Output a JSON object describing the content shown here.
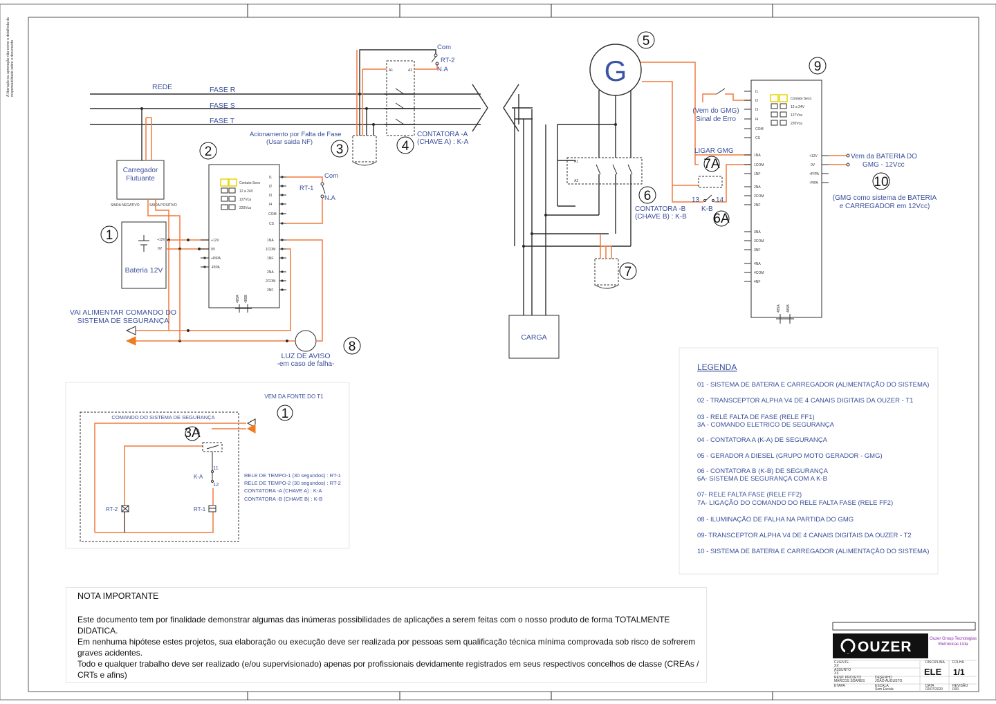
{
  "network": {
    "rede": "REDE",
    "fase_r": "FASE R",
    "fase_s": "FASE S",
    "fase_t": "FASE T",
    "acionamento_1": "Acionamento por Falta de Fase",
    "acionamento_2": "(Usar saida NF)"
  },
  "carregador": {
    "line1": "Carregador",
    "line2": "Flutuante",
    "saida_negativo": "SAIDA NEGATIVO",
    "saida_positivo": "SAIDA POSITIVO"
  },
  "bateria": {
    "label": "Bateria 12V",
    "p12": "+12V",
    "p0": "0V"
  },
  "transceptor": {
    "contato_seco": "Contato Seco",
    "v12": "12 a 24V",
    "v127": "127Vca",
    "v220": "220Vca",
    "pins_left": [
      "+12V",
      "0V",
      "+PIPA",
      "-PIPA"
    ],
    "pins_right_top": [
      "I1",
      "I2",
      "I3",
      "I4",
      "COM",
      "CS"
    ],
    "pins_right_bot": [
      "1NA",
      "1COM",
      "1NF",
      "2NA",
      "2COM",
      "2NF"
    ],
    "bottom": [
      "485A",
      "485B"
    ]
  },
  "transceptor2": {
    "pins_in": [
      "I1",
      "I2",
      "I3",
      "I4",
      "COM",
      "CS"
    ],
    "pins_out": [
      "1NA",
      "1COM",
      "1NF",
      "2NA",
      "2COM",
      "2NF",
      "3NA",
      "3COM",
      "3NF",
      "4NA",
      "4COM",
      "4NF"
    ],
    "pins_power": [
      "+12V",
      "0V",
      "+PIPA",
      "-PIPA"
    ]
  },
  "rt1": {
    "com": "Com",
    "label": "RT-1",
    "na": "N.A"
  },
  "rt2": {
    "com": "Com",
    "label": "RT-2",
    "na": "N.A"
  },
  "contatora_a": {
    "line1": "CONTATORA -A",
    "line2": "(CHAVE A) : K-A",
    "a1": "A1",
    "a2": "A2"
  },
  "contatora_b": {
    "line1": "CONTATORA -B",
    "line2": "(CHAVE B) : K-B",
    "a1": "A1",
    "a2": "A2"
  },
  "generator": {
    "letter": "G"
  },
  "carga": "CARGA",
  "vai_alimentar": {
    "line1": "VAI ALIMENTAR COMANDO DO",
    "line2": "SISTEMA DE SEGURANÇA"
  },
  "luz": {
    "line1": "LUZ DE AVISO",
    "line2": "-em caso de falha-"
  },
  "gmg_sinal": {
    "line1": "(Vem do GMG)",
    "line2": "Sinal de Erro"
  },
  "ligar_gmg": "LIGAR GMG",
  "kb_contact": {
    "n13": "13",
    "n14": "14",
    "label": "K-B"
  },
  "bateria_gmg": {
    "line1": "Vem da BATERIA DO",
    "line2": "GMG - 12Vcc"
  },
  "gmg_note": {
    "line1": "(GMG como sistema de BATERIA",
    "line2": "e CARREGADOR em 12Vcc)"
  },
  "markers": {
    "m1": "1",
    "m2": "2",
    "m3": "3",
    "m4": "4",
    "m5": "5",
    "m6": "6",
    "m6a": "6A",
    "m7": "7",
    "m7a": "7A",
    "m8": "8",
    "m9": "9",
    "m10": "10",
    "m1b": "1",
    "m3a": "3A"
  },
  "inset": {
    "vem_fonte": "VEM DA FONTE DO T1",
    "comando": "COMANDO DO SISTEMA DE SEGURANÇA",
    "ka": "K-A",
    "n11": "11",
    "n12": "12",
    "rt2": "RT-2",
    "rt1": "RT-1",
    "rele1": "RELE DE TEMPO-1  (30 segundos) :  RT-1",
    "rele2": "RELE DE TEMPO-2  (30 segundos) :  RT-2",
    "cont_a": "CONTATORA -A  (CHAVE A) : K-A",
    "cont_b": "CONTATORA -B  (CHAVE B) : K-B"
  },
  "legend": {
    "title": "LEGENDA",
    "items": [
      "01 - SISTEMA DE BATERIA E CARREGADOR (ALIMENTAÇÃO DO SISTEMA)",
      "02 - TRANSCEPTOR ALPHA V4 DE 4 CANAIS DIGITAIS DA OUZER  - T1",
      "03 - RELÉ FALTA DE FASE (RELE FF1)",
      "3A - COMANDO ELETRICO DE SEGURANÇA",
      "04 - CONTATORA A (K-A) DE SEGURANÇA",
      "05 - GERADOR A DIESEL (GRUPO MOTO GERADOR  - GMG)",
      "06 - CONTATORA B (K-B) DE SEGURANÇA",
      "6A- SISTEMA DE SEGURANÇA COM A K-B",
      "07- RELE FALTA FASE (RELE FF2)",
      "7A- LIGAÇÃO DO COMANDO DO RELE FALTA FASE (RELE FF2)",
      "08 - ILUMINAÇÃO DE FALHA NA PARTIDA DO GMG",
      "09- TRANSCEPTOR ALPHA V4 DE 4 CANAIS DIGITAIS DA OUZER - T2",
      "10 - SISTEMA DE BATERIA E CARREGADOR (ALIMENTAÇÃO DO SISTEMA)"
    ]
  },
  "note": {
    "title": "NOTA IMPORTANTE",
    "p1": "Este documento tem por finalidade demonstrar algumas das inúmeras possibilidades de aplicações a serem feitas com o nosso produto de forma TOTALMENTE DIDATICA.",
    "p2": "Em nenhuma hipótese estes projetos, sua elaboração ou execução deve ser realizada por pessoas sem qualificação técnica mínima comprovada sob risco de sofrerem graves acidentes.",
    "p3": "Todo e qualquer trabalho deve ser realizado (e/ou supervisionado) apenas por profissionais devidamente registrados em seus respectivos concelhos de classe (CREAs / CRTs e afins)"
  },
  "title_block": {
    "brand": "OUZER",
    "company1": "Ouzer Group Tecnologias",
    "company2": "Eletronicas Ltda",
    "cliente_lbl": "CLIENTE",
    "cliente": "XX",
    "assunto_lbl": "ASSUNTO",
    "assunto": "XX",
    "resp_lbl": "RESP. PROJETO",
    "resp": "MARCOS SOARES",
    "desenho_lbl": "DESENHO",
    "desenho": "JOÃO AUGUSTO",
    "disciplina_lbl": "DISCIPLINA",
    "disciplina": "ELE",
    "folha_lbl": "FOLHA",
    "folha": "1/1",
    "escala_lbl": "ESCALA",
    "escala": "Sem Escala",
    "data_lbl": "DATA",
    "data": "02/07/2020",
    "revisao_lbl": "REVISÃO",
    "revisao": "R00",
    "etapa_lbl": "ETAPA"
  },
  "side_note": {
    "line1": "A liberação ou aprovação não exime o detalhista da",
    "line2": "responsabilidade sobre o documento"
  },
  "colors": {
    "wire_orange": "#f0783c",
    "wire_dark": "#2b2b2b",
    "label_blue": "#3a4f9a",
    "contact_yellow": "#e8d400"
  }
}
